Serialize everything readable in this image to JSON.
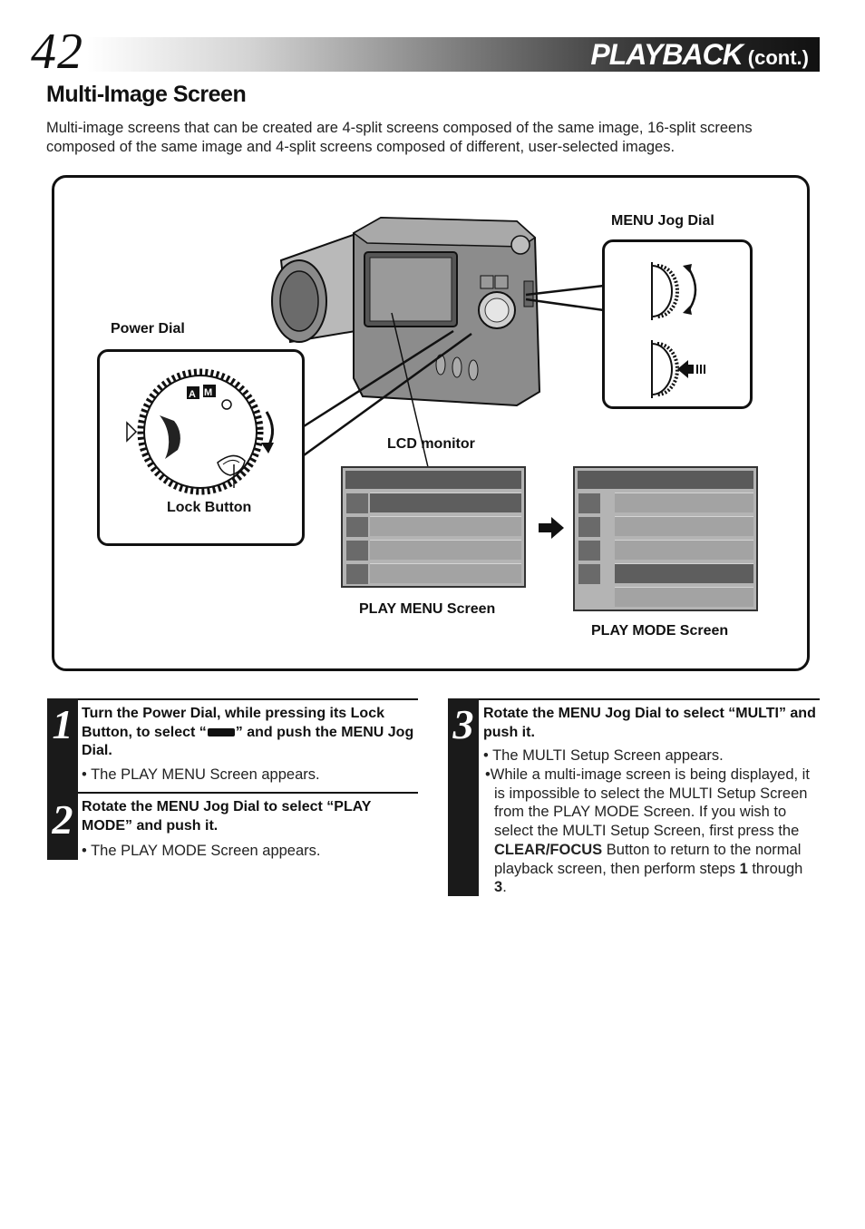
{
  "header": {
    "page_number": "42",
    "title": "PLAYBACK",
    "title_suffix": "(cont.)"
  },
  "section": {
    "title": "Multi-Image Screen",
    "intro": "Multi-image screens that can be created are 4-split screens composed of the same image, 16-split screens composed of the same image and 4-split screens composed of different, user-selected images."
  },
  "diagram": {
    "labels": {
      "menu_jog_dial": "MENU Jog Dial",
      "power_dial": "Power Dial",
      "lock_button": "Lock Button",
      "lcd_monitor": "LCD monitor",
      "play_menu_screen": "PLAY MENU Screen",
      "play_mode_screen": "PLAY MODE Screen"
    },
    "dial_letters": [
      "A",
      "M"
    ]
  },
  "steps": [
    {
      "number": "1",
      "heading_pre": "Turn the Power Dial, while pressing its Lock Button, to select “",
      "heading_post": "” and push the MENU Jog Dial.",
      "bullets": [
        "• The PLAY MENU Screen appears."
      ]
    },
    {
      "number": "2",
      "heading": "Rotate the MENU Jog Dial to select “PLAY MODE” and push it.",
      "bullets": [
        "• The PLAY MODE Screen appears."
      ]
    },
    {
      "number": "3",
      "heading": "Rotate the MENU Jog Dial to select “MULTI” and push it.",
      "bullet1": "• The MULTI Setup Screen appears.",
      "bullet2_a": "While a multi-image screen is being displayed, it is impossible to select the MULTI Setup Screen from the PLAY MODE Screen. If you wish to select the MULTI Setup Screen, first press the ",
      "bullet2_bold": "CLEAR/FOCUS",
      "bullet2_b": " Button to return to the normal playback screen, then perform steps ",
      "bullet2_n1": "1",
      "bullet2_c": " through ",
      "bullet2_n2": "3",
      "bullet2_d": "."
    }
  ]
}
